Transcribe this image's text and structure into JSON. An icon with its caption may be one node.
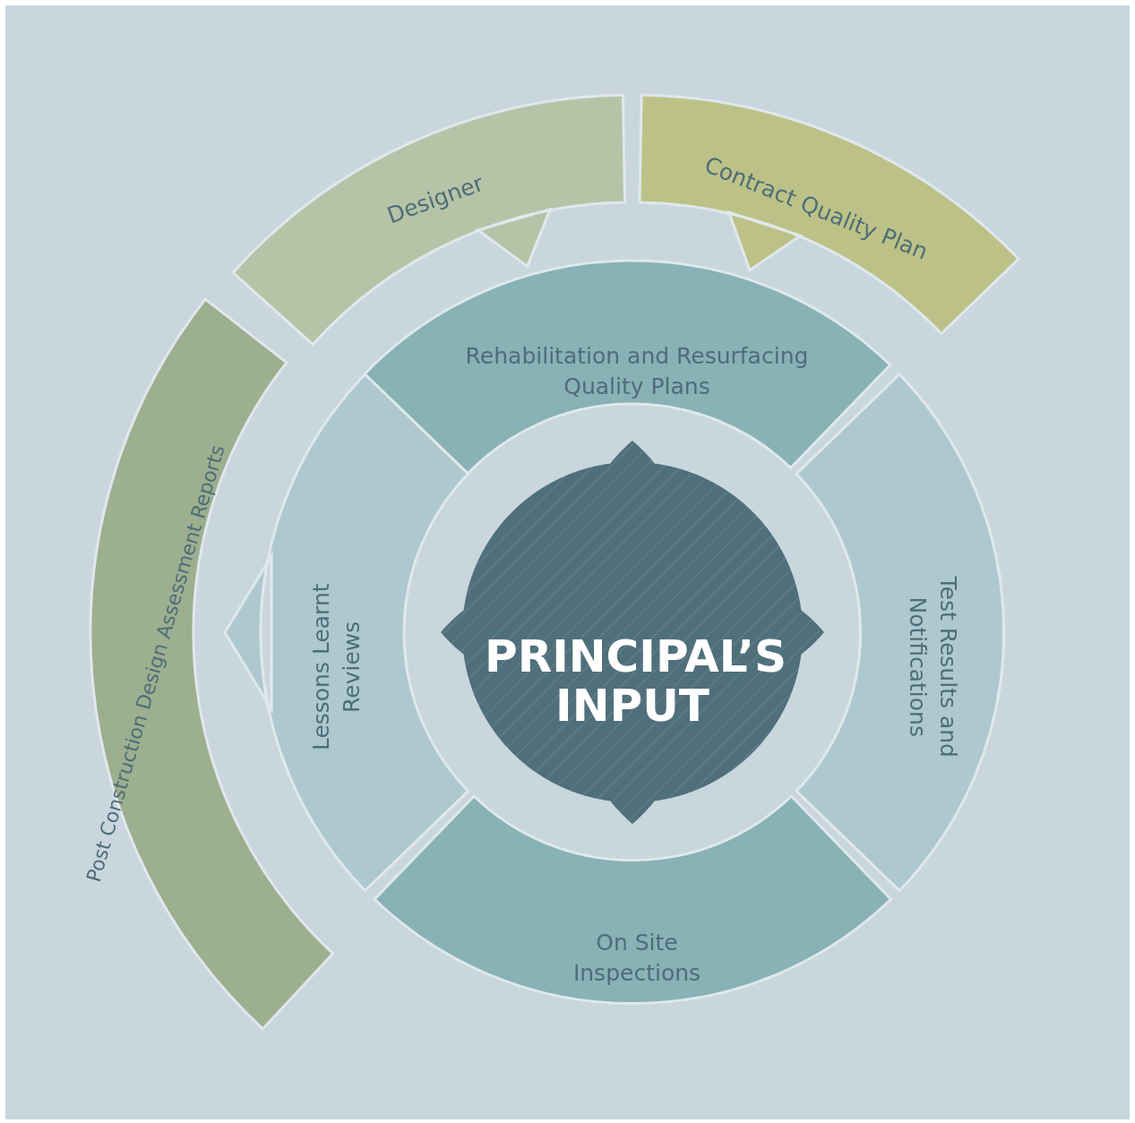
{
  "diagram": {
    "nodes": [
      {
        "text": [
          "Designer"
        ]
      },
      {
        "text": [
          "Contract Quality Plan"
        ]
      },
      {
        "text": [
          "Post Construction Design Assessment Reports"
        ]
      },
      {
        "text": [
          "Rehabilitation and Resurfacing Quality Plans"
        ]
      },
      {
        "text": [
          "Test Results and Notifications"
        ]
      },
      {
        "text": [
          "On Site Inspections"
        ]
      },
      {
        "text": [
          "Lessons Learnt Reviews"
        ]
      },
      {
        "text": [
          "PRINCIPAL’S INPUT"
        ]
      }
    ]
  }
}
